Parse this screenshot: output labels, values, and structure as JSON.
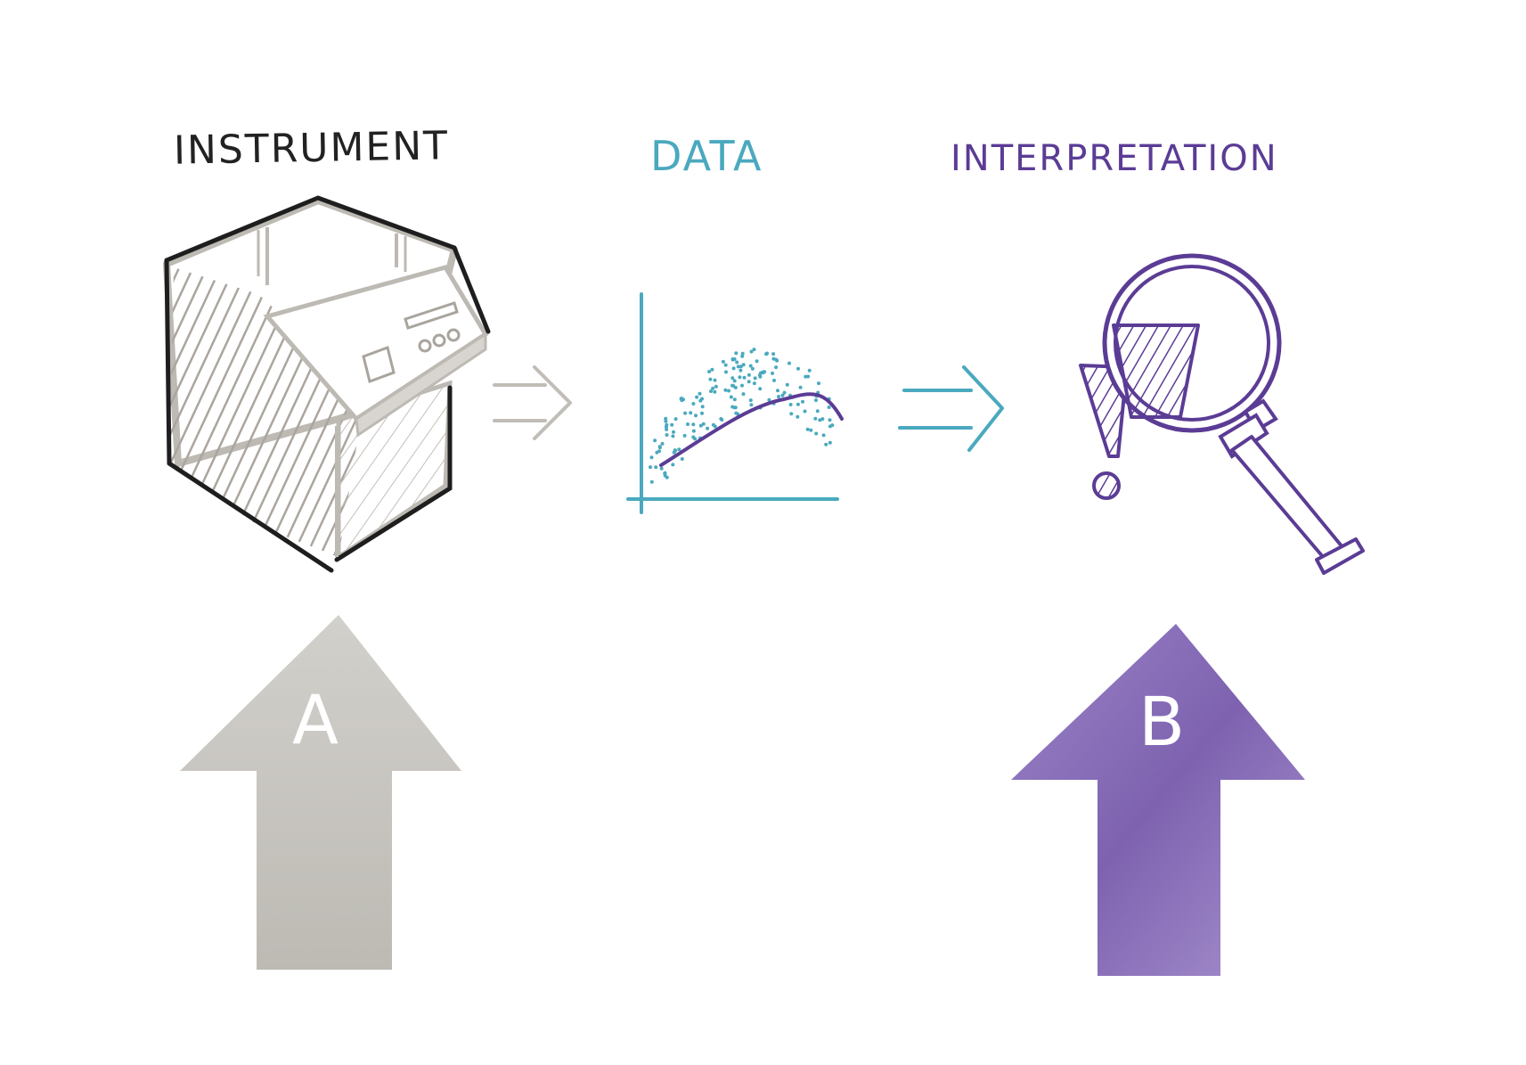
{
  "headings": {
    "instrument": "INSTRUMENT",
    "data": "DATA",
    "interpretation": "INTERPRETATION"
  },
  "arrows": {
    "a_label": "A",
    "b_label": "B"
  },
  "icons": [
    "instrument-box-icon",
    "scatter-plot-icon",
    "magnifier-icon",
    "exclamation-icon",
    "right-arrow-icon",
    "up-arrow-icon"
  ],
  "colors": {
    "instrument": "#222222",
    "instrument_gray": "#b8b4ae",
    "data": "#4aa9be",
    "interpretation": "#5b3c95",
    "arrow_a": "#c8c6c1",
    "arrow_b": "#8a72b8"
  }
}
